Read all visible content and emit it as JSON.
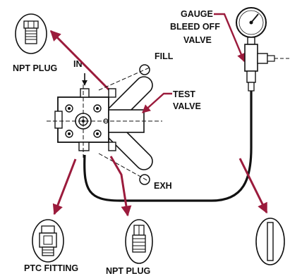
{
  "labels": {
    "npt_plug_top": "NPT PLUG",
    "in": "IN",
    "fill": "FILL",
    "test_valve_line1": "TEST",
    "test_valve_line2": "VALVE",
    "exh": "EXH",
    "gauge_line1": "GAUGE",
    "gauge_line2": "BLEED OFF",
    "gauge_line3": "VALVE",
    "ptc_fitting": "PTC FITTING",
    "npt_plug_bottom": "NPT PLUG"
  },
  "colors": {
    "arrow": "#9b1b3c",
    "line": "#111111",
    "background": "#ffffff"
  },
  "icons": [
    "npt-plug-icon",
    "pressure-gauge-icon",
    "ptc-fitting-icon",
    "tube-insert-icon",
    "test-valve-icon"
  ]
}
